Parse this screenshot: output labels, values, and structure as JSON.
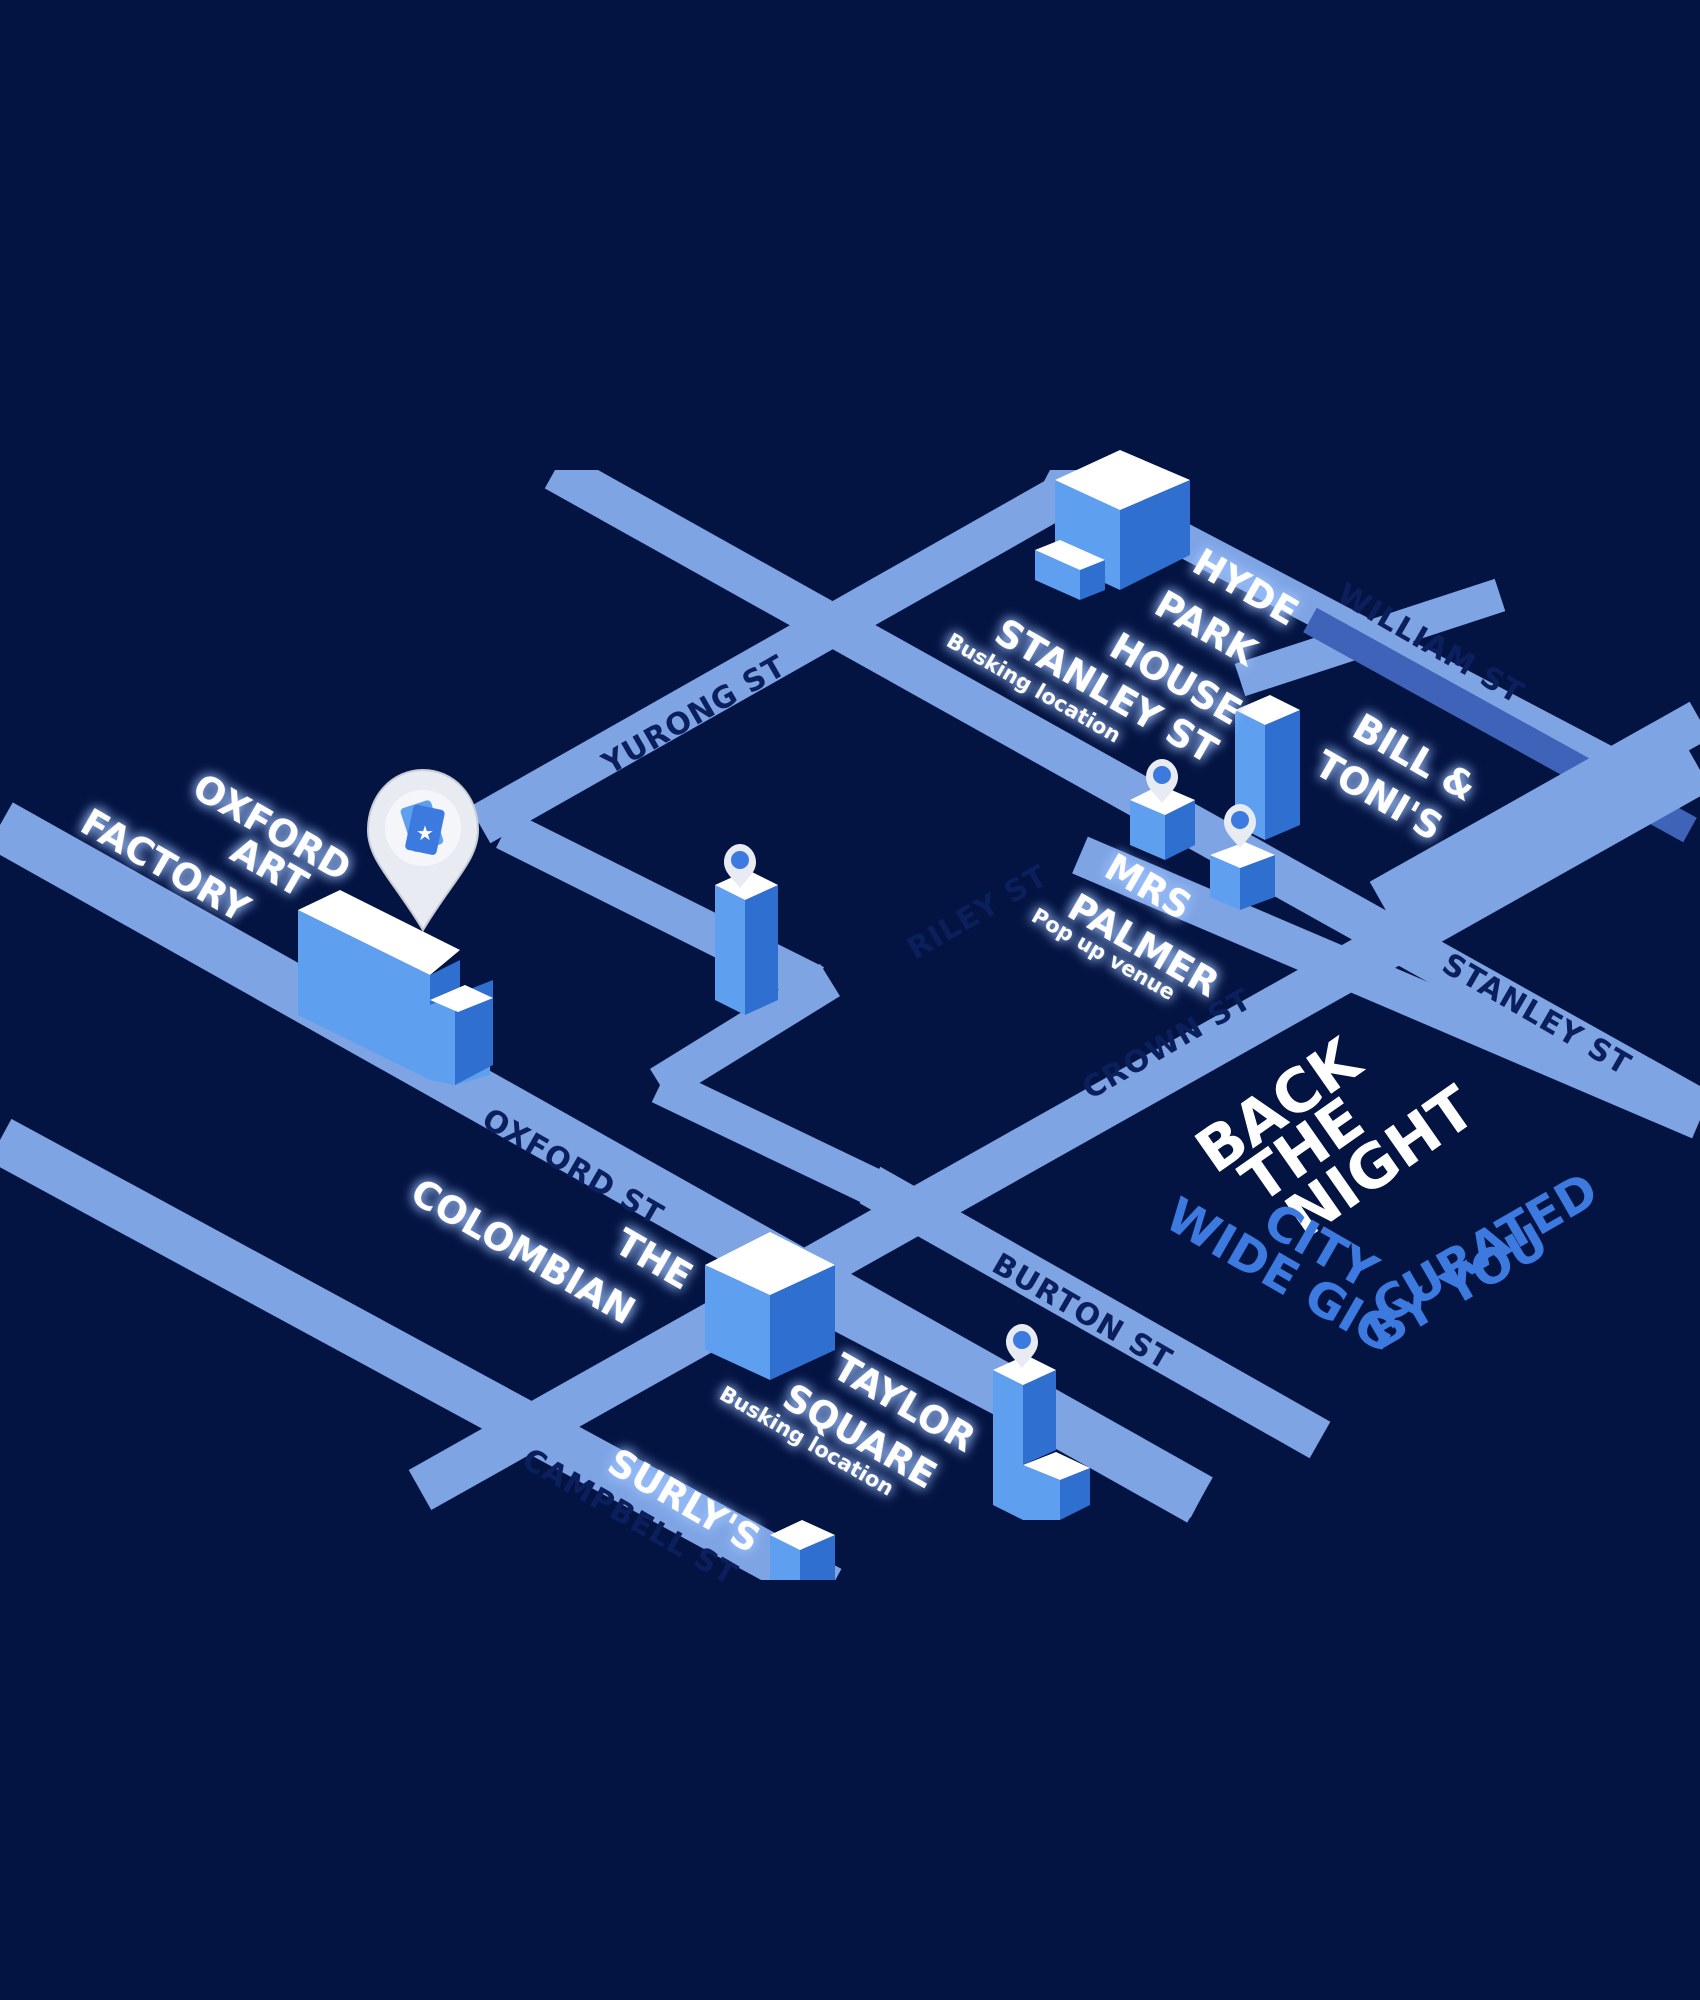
{
  "streets": {
    "yurong": "YURONG ST",
    "william": "WILLIAM ST",
    "stanley_upper": "STANLEY ST",
    "riley": "RILEY ST",
    "stanley_lower": "STANLEY ST",
    "crown": "CROWN ST",
    "oxford": "OXFORD ST",
    "burton": "BURTON ST",
    "campbell": "CAMPBELL ST"
  },
  "venues": {
    "hyde_park": [
      "HYDE",
      "PARK",
      "HOUSE"
    ],
    "stanley_busking": {
      "name": "STANLEY ST",
      "note": "Busking location"
    },
    "bill_tonis": [
      "BILL &",
      "TONI'S"
    ],
    "mrs_palmer": {
      "lines": [
        "MRS",
        "PALMER"
      ],
      "note": "Pop up venue"
    },
    "oxford_art_factory": [
      "OXFORD",
      "ART",
      "FACTORY"
    ],
    "the_colombian": [
      "THE",
      "COLOMBIAN"
    ],
    "taylor_square": {
      "lines": [
        "TAYLOR",
        "SQUARE"
      ],
      "note": "Busking location"
    },
    "surlys": "SURLY'S"
  },
  "brand": {
    "line1": "BACK",
    "line2": "THE",
    "line3": "NIGHT",
    "tag1": "CITY",
    "tag2": "WIDE GIG",
    "tag3": "CURATED",
    "tag4": "BY YOU"
  },
  "icons": {
    "main_pin": "ticket-pin-icon",
    "small_pin": "guitar-pin-icon"
  },
  "colors": {
    "background": "#041442",
    "road": "#7ea4e4",
    "road_fade": "#3f63b8",
    "block_top": "#ffffff",
    "block_left": "#5e9ff0",
    "block_right": "#2f6fd0",
    "street_text": "#0b1f5c",
    "venue_text": "#ffffff",
    "brand_blue": "#3d7ae0"
  }
}
